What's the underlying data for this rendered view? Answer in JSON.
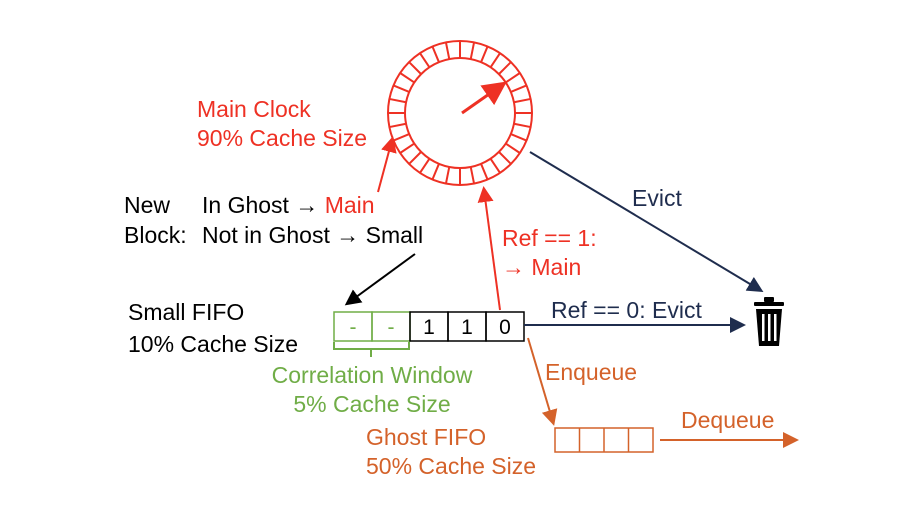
{
  "colors": {
    "main": "#ee3124",
    "navy": "#1f2d4e",
    "small": "#70ad47",
    "ghost": "#d4622a",
    "text": "#000000"
  },
  "main_clock": {
    "line1": "Main Clock",
    "line2": "90% Cache Size"
  },
  "new_block": {
    "label1": "New",
    "label2": "Block:",
    "rule1_prefix": "In Ghost →",
    "rule1_target": "Main",
    "rule2": "Not in Ghost → Small"
  },
  "small_fifo": {
    "line1": "Small FIFO",
    "line2": "10% Cache Size",
    "cells": [
      "-",
      "-",
      "1",
      "1",
      "0"
    ]
  },
  "correlation_window": {
    "line1": "Correlation Window",
    "line2": "5% Cache Size"
  },
  "ghost_fifo": {
    "line1": "Ghost FIFO",
    "line2": "50% Cache Size",
    "enqueue": "Enqueue",
    "dequeue": "Dequeue"
  },
  "edges": {
    "evict": "Evict",
    "ref1_line1": "Ref == 1:",
    "ref1_line2": "→ Main",
    "ref0": "Ref == 0: Evict"
  },
  "icons": {
    "trash": "trash-icon"
  }
}
